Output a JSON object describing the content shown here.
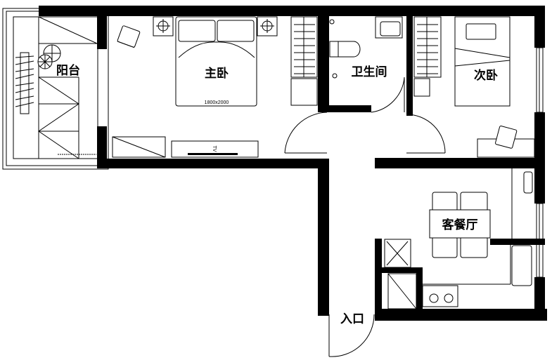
{
  "plan": {
    "rooms": {
      "balcony": "阳台",
      "master_bedroom": "主卧",
      "bathroom": "卫生间",
      "second_bedroom": "次卧",
      "living_dining": "客餐厅",
      "entrance": "入口"
    },
    "bed_size": "1800x2000",
    "tv_label": "TV"
  }
}
